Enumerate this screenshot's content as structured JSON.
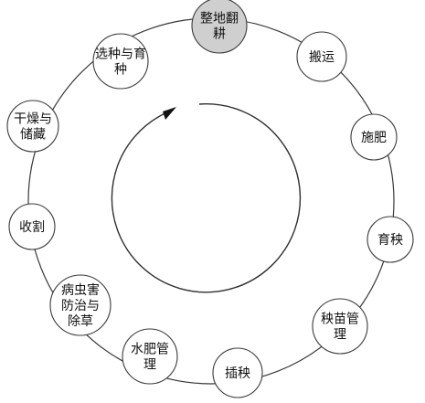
{
  "stages": [
    {
      "label_lines": [
        "整地翻",
        "耕"
      ],
      "highlight": true
    },
    {
      "label_lines": [
        "搬运"
      ]
    },
    {
      "label_lines": [
        "施肥"
      ]
    },
    {
      "label_lines": [
        "育秧"
      ]
    },
    {
      "label_lines": [
        "秧苗管",
        "理"
      ]
    },
    {
      "label_lines": [
        "插秧"
      ]
    },
    {
      "label_lines": [
        "水肥管",
        "理"
      ]
    },
    {
      "label_lines": [
        "病虫害",
        "防治与",
        "除草"
      ]
    },
    {
      "label_lines": [
        "收割"
      ]
    },
    {
      "label_lines": [
        "干燥与",
        "储藏"
      ]
    },
    {
      "label_lines": [
        "选种与育",
        "种"
      ]
    }
  ],
  "colors": {
    "highlight_fill": "#cfcfcf",
    "node_fill": "#ffffff",
    "stroke": "#3a3a3a"
  },
  "inner_arrow": {
    "direction": "clockwise"
  }
}
